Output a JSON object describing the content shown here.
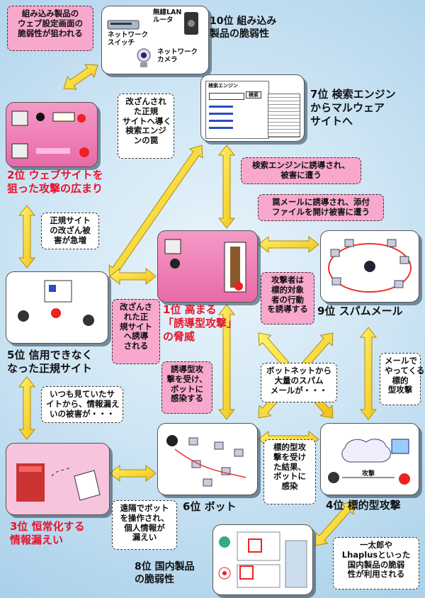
{
  "nodes": {
    "rank10": {
      "label": "10位 組み込み\n製品の脆弱性",
      "switch_label": "ネットワーク\nスイッチ",
      "router_label": "無線LAN\nルータ",
      "camera_label": "ネットワーク\nカメラ"
    },
    "rank7": {
      "label": "7位 検索エンジン\nからマルウェア\nサイトへ",
      "search_title": "検索エンジン",
      "search_button": "検索"
    },
    "rank2": {
      "label": "2位 ウェブサイトを\n狙った攻撃の広まり"
    },
    "rank1": {
      "label": "1位 高まる\n「誘導型攻撃」\nの脅威"
    },
    "rank9": {
      "label": "9位 スパムメール"
    },
    "rank5": {
      "label": "5位 信用できなく\nなった正規サイト"
    },
    "rank6": {
      "label": "6位 ボット"
    },
    "rank4": {
      "label": "4位 標的型攻撃",
      "attack_label": "攻撃"
    },
    "rank3": {
      "label": "3位 恒常化する\n情報漏えい"
    },
    "rank8": {
      "label": "8位 国内製品\nの脆弱性"
    }
  },
  "notes": {
    "embedded_web": "組み込み製品の\nウェブ設定画面の\n脆弱性が狙われる",
    "tampered_trap": "改ざんされ\nた正規\nサイトへ導く\n検索エンジ\nンの罠",
    "search_lure": "検索エンジンに誘導され、\n被害に遭う",
    "spam_lure": "罠メールに誘導され、添付\nファイルを開け被害に遭う",
    "tampering_rise": "正規サイト\nの改ざん被\n害が急増",
    "attacker_guides": "攻撃者は\n標的対象\n者の行動\nを誘導する",
    "led_to_tampered": "改ざんさ\nれた正\n規サイト\nへ誘導\nされる",
    "led_infected": "誘導型攻\n撃を受け、\nボットに\n感染する",
    "botnet_spam": "ボットネットから\n大量のスパム\nメールが・・・",
    "targeted_mail": "メールで\nやってくる\n標的\n型攻撃",
    "usual_site_leak": "いつも見ていたサ\nイトから、情報漏え\nいの被害が・・・",
    "targeted_infected": "標的型攻\n撃を受け\nた結果、\nボットに\n感染",
    "remote_bot": "遠隔でボット\nを操作され、\n個人情報が\n漏えい",
    "domestic_vuln": "一太郎や\nLhaplusといった\n国内製品の脆弱\n性が利用される"
  }
}
